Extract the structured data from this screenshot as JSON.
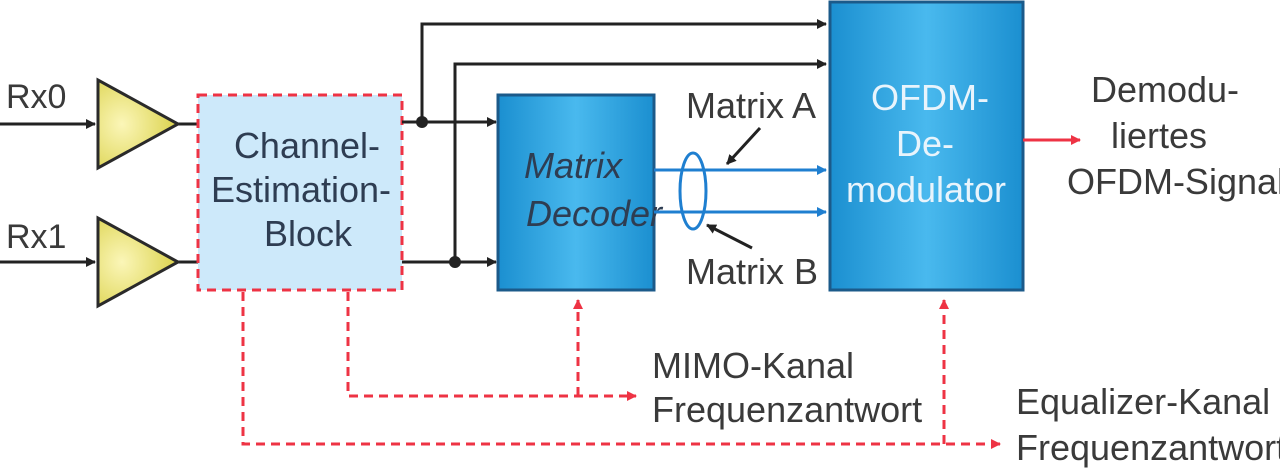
{
  "inputs": {
    "rx0": "Rx0",
    "rx1": "Rx1"
  },
  "blocks": {
    "channel_estimation": [
      "Channel-",
      "Estimation-",
      "Block"
    ],
    "matrix_decoder": [
      "Matrix",
      "Decoder"
    ],
    "ofdm_demodulator": [
      "OFDM-",
      "De-",
      "modulator"
    ]
  },
  "annotations": {
    "matrix_a": "Matrix A",
    "matrix_b": "Matrix B"
  },
  "output": [
    "Demodu-",
    "liertes",
    "OFDM-Signal"
  ],
  "feedback": {
    "mimo": [
      "MIMO-Kanal",
      "Frequenzantwort"
    ],
    "equalizer": [
      "Equalizer-Kanal",
      "Frequenzantwort"
    ]
  },
  "colors": {
    "amp_fill": "#e6e070",
    "amp_stroke": "#2a2a2a",
    "est_fill": "#cde9fa",
    "block_fill": "#2fa8e4",
    "line_black": "#222222",
    "line_blue": "#1f7fd0",
    "line_red": "#ee3344"
  }
}
